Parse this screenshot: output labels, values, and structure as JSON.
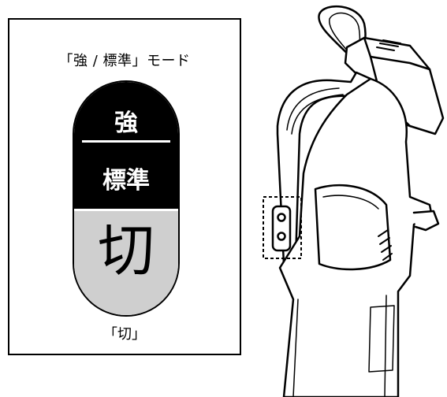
{
  "panel": {
    "top_label": "「強 / 標準」モード",
    "bottom_label": "「切」"
  },
  "switch": {
    "strong_label": "強",
    "normal_label": "標準",
    "off_label": "切",
    "colors": {
      "on_section": "#000000",
      "off_section": "#cfcfcf"
    }
  },
  "illustration": {
    "subject": "handheld-cleaner-with-handle",
    "highlight": "dashed-box-switch-area"
  }
}
